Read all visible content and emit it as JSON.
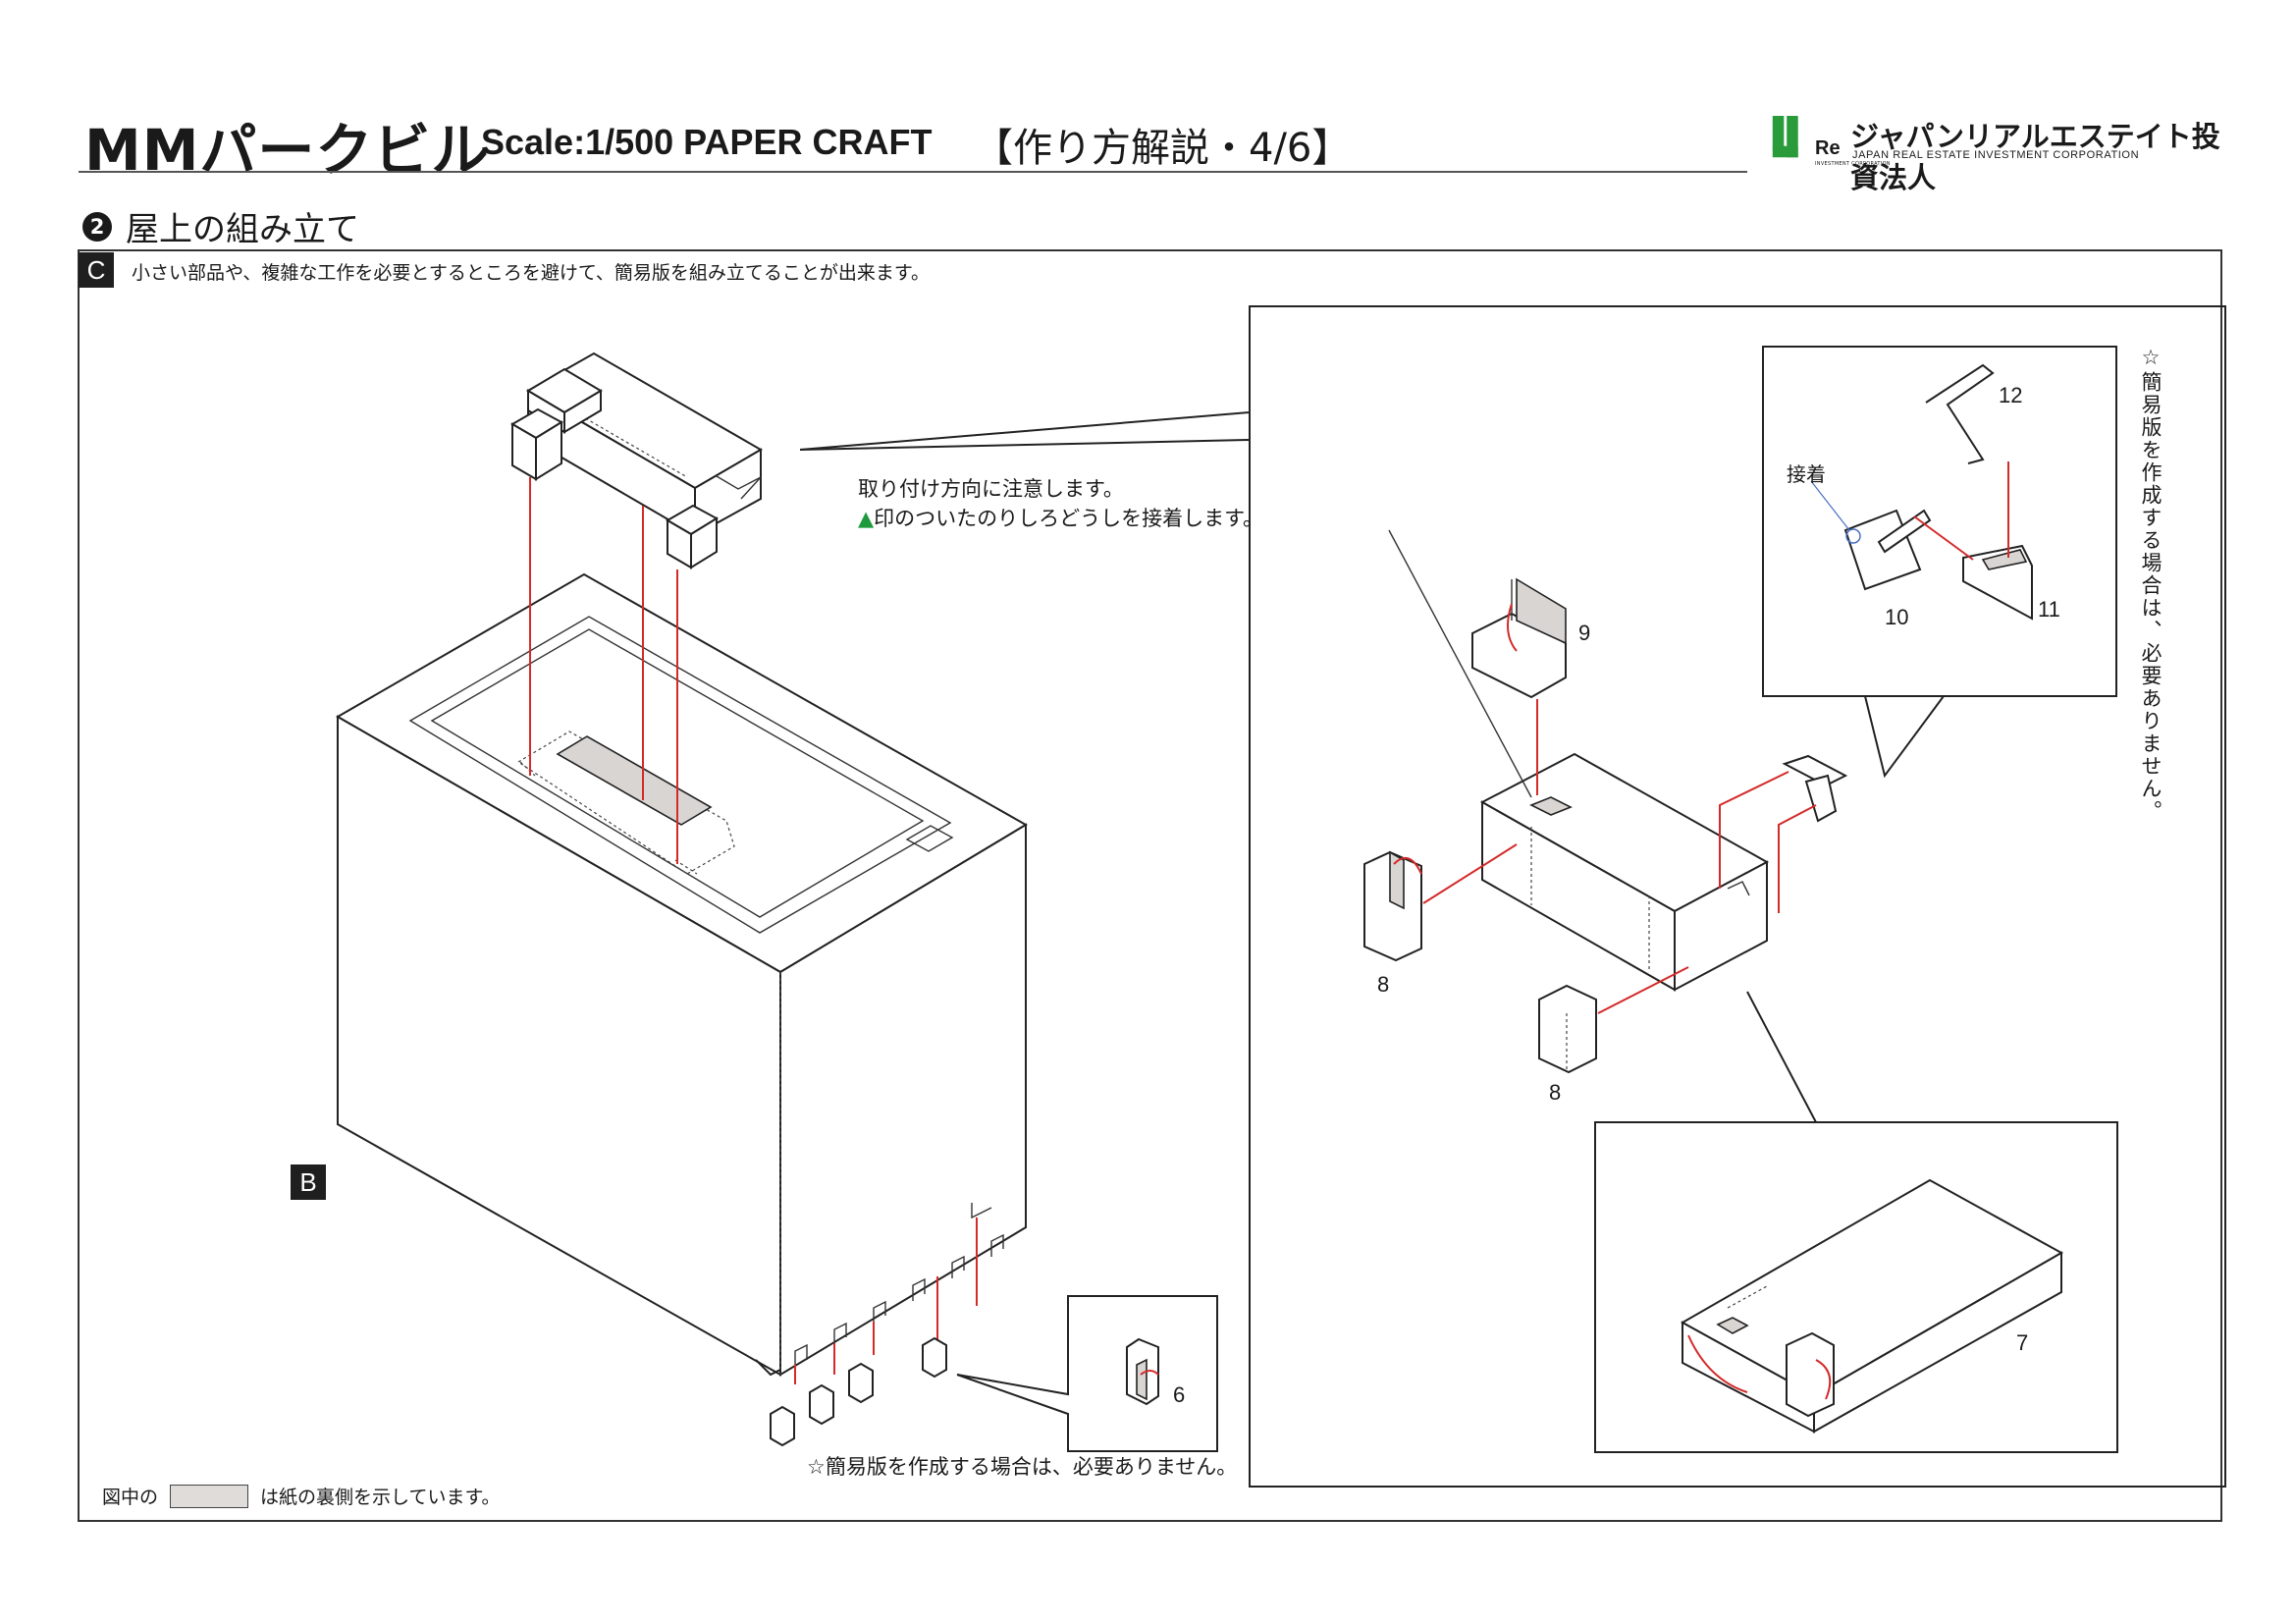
{
  "header": {
    "title": "MMパークビル",
    "subtitle": "Scale:1/500 PAPER CRAFT",
    "step": "【作り方解説・4/6】"
  },
  "logo": {
    "mark_text": "Re",
    "mark_subtext": "INVESTMENT CORPORATION",
    "name_ja": "ジャパンリアルエステイト投資法人",
    "name_en": "JAPAN REAL ESTATE INVESTMENT CORPORATION",
    "brand_color": "#2a9b3a"
  },
  "section": {
    "number": "2",
    "title": "屋上の組み立て"
  },
  "panel": {
    "badge": "C",
    "intro": "小さい部品や、複雑な工作を必要とするところを避けて、簡易版を組み立てることが出来ます。",
    "badge_b": "B"
  },
  "notes": {
    "simple_left": "☆簡易版を作成する場合は、必要ありません。",
    "vertical": "☆簡易版を作成する場合は、必要ありません。",
    "orientation_line1": "取り付け方向に注意します。",
    "orientation_tri": "▲",
    "orientation_line2": "印のついたのりしろどうしを接着します。",
    "glue": "接着"
  },
  "legend": {
    "prefix": "図中の",
    "suffix": "は紙の裏側を示しています。"
  },
  "parts": {
    "p6": "6",
    "p7": "7",
    "p8a": "8",
    "p8b": "8",
    "p9": "9",
    "p10": "10",
    "p11": "11",
    "p12": "12"
  },
  "colors": {
    "arrow": "#d42a2a",
    "backside": "#d9d5d3",
    "ink": "#1a1a1a"
  }
}
